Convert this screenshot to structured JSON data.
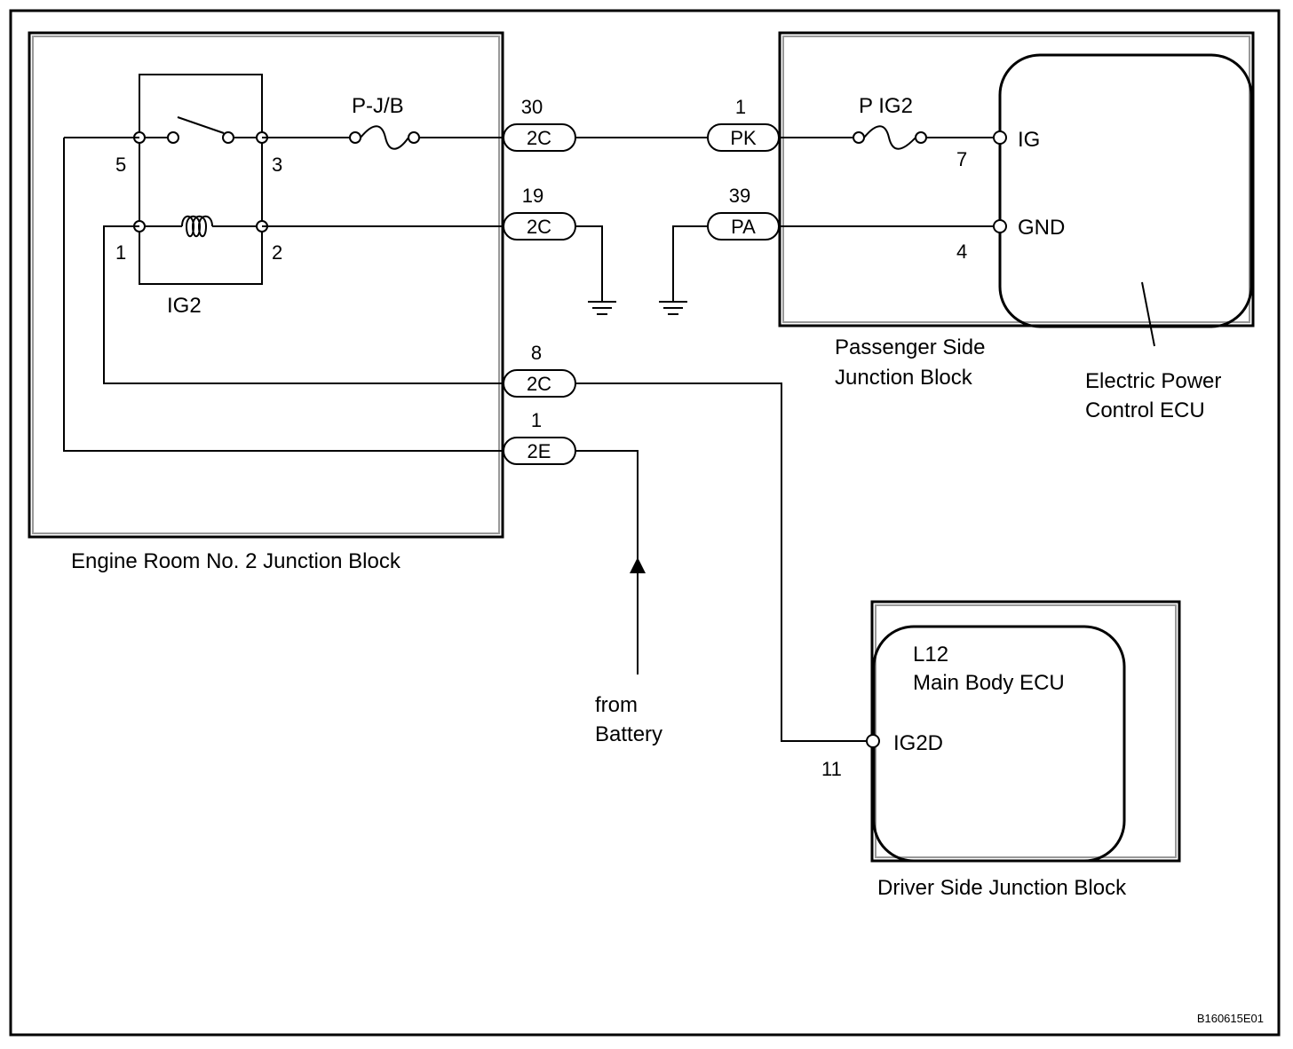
{
  "frame_code": "B160615E01",
  "blocks": {
    "engine_room": "Engine Room No. 2 Junction Block",
    "passenger_line1": "Passenger Side",
    "passenger_line2": "Junction Block",
    "driver": "Driver Side Junction Block"
  },
  "ecus": {
    "epc_line1": "Electric Power",
    "epc_line2": "Control ECU",
    "main_body_code": "L12",
    "main_body_name": "Main Body ECU"
  },
  "relay": {
    "name": "IG2",
    "pins": [
      "5",
      "3",
      "1",
      "2"
    ]
  },
  "fuses": {
    "pjb": "P-J/B",
    "pig2": "P IG2"
  },
  "connectors": [
    {
      "pin": "30",
      "code": "2C"
    },
    {
      "pin": "19",
      "code": "2C"
    },
    {
      "pin": "8",
      "code": "2C"
    },
    {
      "pin": "1",
      "code": "2E"
    },
    {
      "pin": "1",
      "code": "PK"
    },
    {
      "pin": "39",
      "code": "PA"
    }
  ],
  "terminals": {
    "ig": {
      "name": "IG",
      "pin": "7"
    },
    "gnd": {
      "name": "GND",
      "pin": "4"
    },
    "ig2d": {
      "name": "IG2D",
      "pin": "11"
    }
  },
  "battery_line1": "from",
  "battery_line2": "Battery"
}
